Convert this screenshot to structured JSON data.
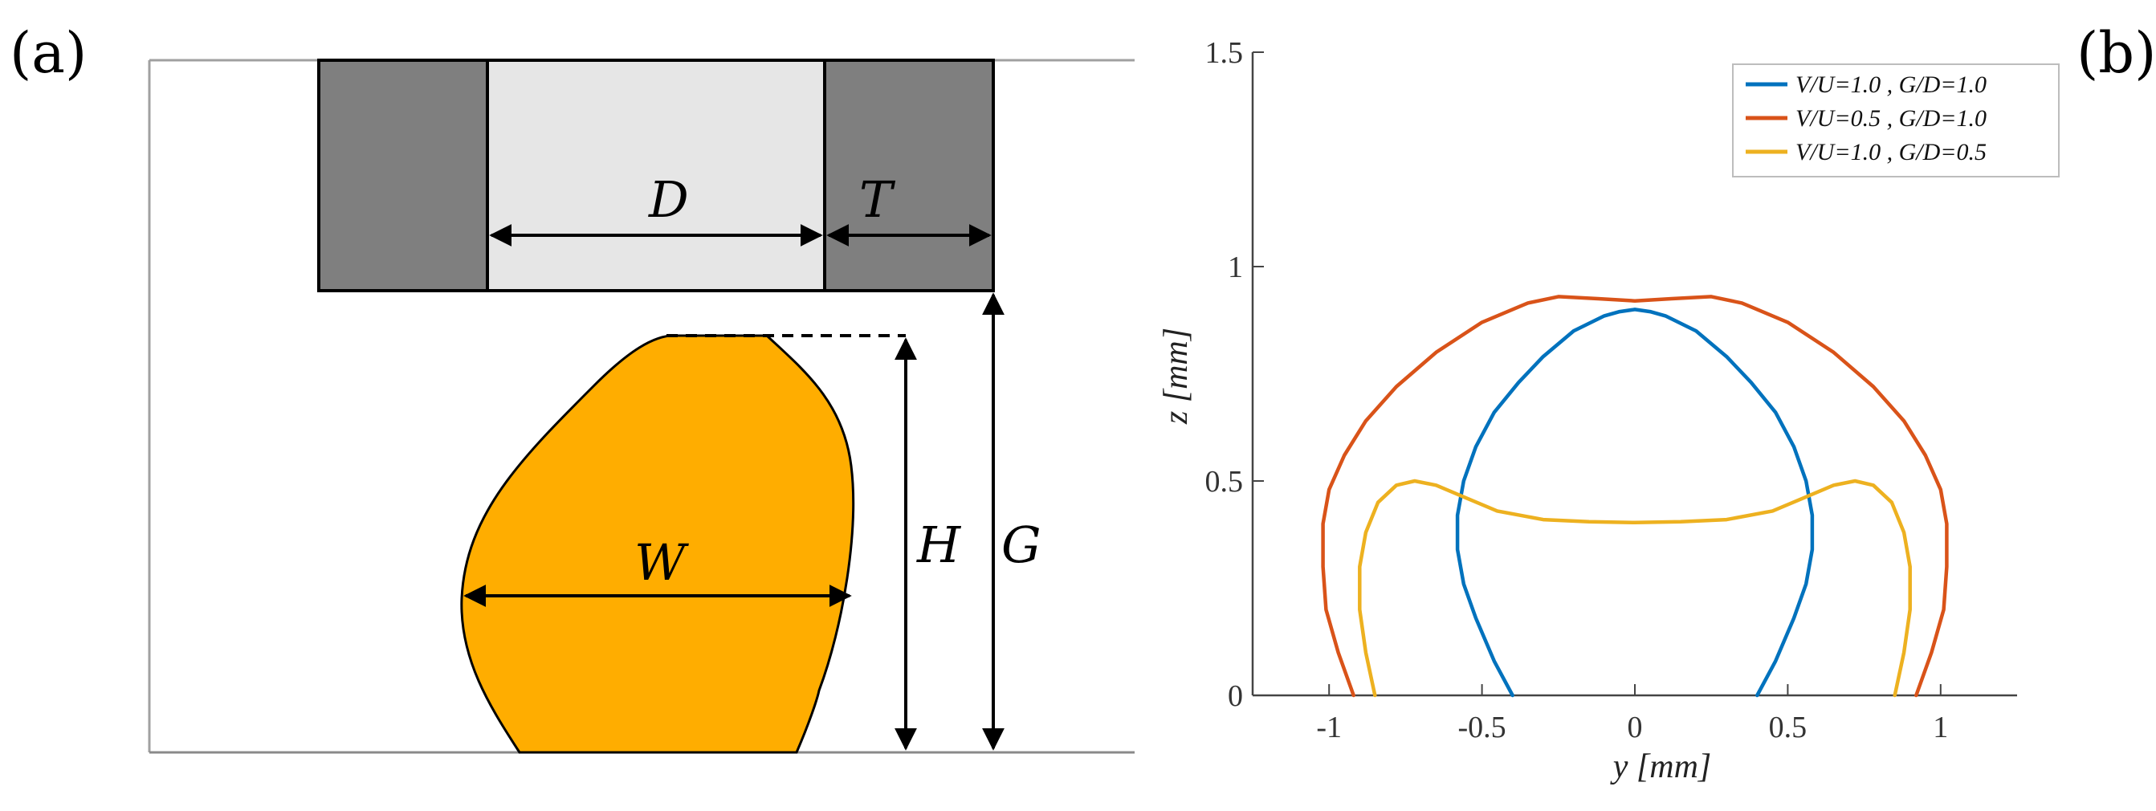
{
  "panel_a": {
    "label": "(a)",
    "dimension_labels": {
      "D": "D",
      "T": "T",
      "W": "W",
      "H": "H",
      "G": "G"
    },
    "colors": {
      "nozzle_wall": "#7f7f7f",
      "nozzle_bore": "#e6e6e6",
      "bead": "#ffad00",
      "outline": "#000000"
    }
  },
  "panel_b": {
    "label": "(b)"
  },
  "chart_data": {
    "type": "line",
    "title": "",
    "xlabel": "y [mm]",
    "ylabel": "z [mm]",
    "xlim": [
      -1.25,
      1.25
    ],
    "ylim": [
      0,
      1.5
    ],
    "xticks": [
      -1,
      -0.5,
      0,
      0.5,
      1
    ],
    "xtick_labels": [
      "-1",
      "-0.5",
      "0",
      "0.5",
      "1"
    ],
    "yticks": [
      0,
      0.5,
      1,
      1.5
    ],
    "ytick_labels": [
      "0",
      "0.5",
      "1",
      "1.5"
    ],
    "grid": false,
    "legend_position": "top-right",
    "series": [
      {
        "name": "V/U=1.0 , G/D=1.0",
        "color": "#0072bd",
        "x": [
          -0.4,
          -0.46,
          -0.52,
          -0.56,
          -0.58,
          -0.58,
          -0.56,
          -0.52,
          -0.46,
          -0.38,
          -0.3,
          -0.2,
          -0.1,
          -0.05,
          0,
          0.05,
          0.1,
          0.2,
          0.3,
          0.38,
          0.46,
          0.52,
          0.56,
          0.58,
          0.58,
          0.56,
          0.52,
          0.46,
          0.4
        ],
        "y": [
          0,
          0.08,
          0.18,
          0.26,
          0.34,
          0.42,
          0.5,
          0.58,
          0.66,
          0.73,
          0.79,
          0.85,
          0.885,
          0.895,
          0.9,
          0.895,
          0.885,
          0.85,
          0.79,
          0.73,
          0.66,
          0.58,
          0.5,
          0.42,
          0.34,
          0.26,
          0.18,
          0.08,
          0
        ]
      },
      {
        "name": "V/U=0.5 , G/D=1.0",
        "color": "#d95319",
        "x": [
          -0.92,
          -0.97,
          -1.01,
          -1.02,
          -1.02,
          -1.0,
          -0.95,
          -0.88,
          -0.78,
          -0.65,
          -0.5,
          -0.35,
          -0.25,
          -0.12,
          0,
          0.12,
          0.25,
          0.35,
          0.5,
          0.65,
          0.78,
          0.88,
          0.95,
          1.0,
          1.02,
          1.02,
          1.01,
          0.97,
          0.92
        ],
        "y": [
          0,
          0.1,
          0.2,
          0.3,
          0.4,
          0.48,
          0.56,
          0.64,
          0.72,
          0.8,
          0.87,
          0.915,
          0.93,
          0.925,
          0.92,
          0.925,
          0.93,
          0.915,
          0.87,
          0.8,
          0.72,
          0.64,
          0.56,
          0.48,
          0.4,
          0.3,
          0.2,
          0.1,
          0
        ]
      },
      {
        "name": "V/U=1.0 , G/D=0.5",
        "color": "#edb120",
        "x": [
          -0.85,
          -0.88,
          -0.9,
          -0.9,
          -0.88,
          -0.84,
          -0.78,
          -0.72,
          -0.65,
          -0.55,
          -0.45,
          -0.3,
          -0.15,
          0,
          0.15,
          0.3,
          0.45,
          0.55,
          0.65,
          0.72,
          0.78,
          0.84,
          0.88,
          0.9,
          0.9,
          0.88,
          0.85
        ],
        "y": [
          0,
          0.1,
          0.2,
          0.3,
          0.38,
          0.45,
          0.49,
          0.5,
          0.49,
          0.46,
          0.43,
          0.41,
          0.405,
          0.403,
          0.405,
          0.41,
          0.43,
          0.46,
          0.49,
          0.5,
          0.49,
          0.45,
          0.38,
          0.3,
          0.2,
          0.1,
          0
        ]
      }
    ]
  }
}
